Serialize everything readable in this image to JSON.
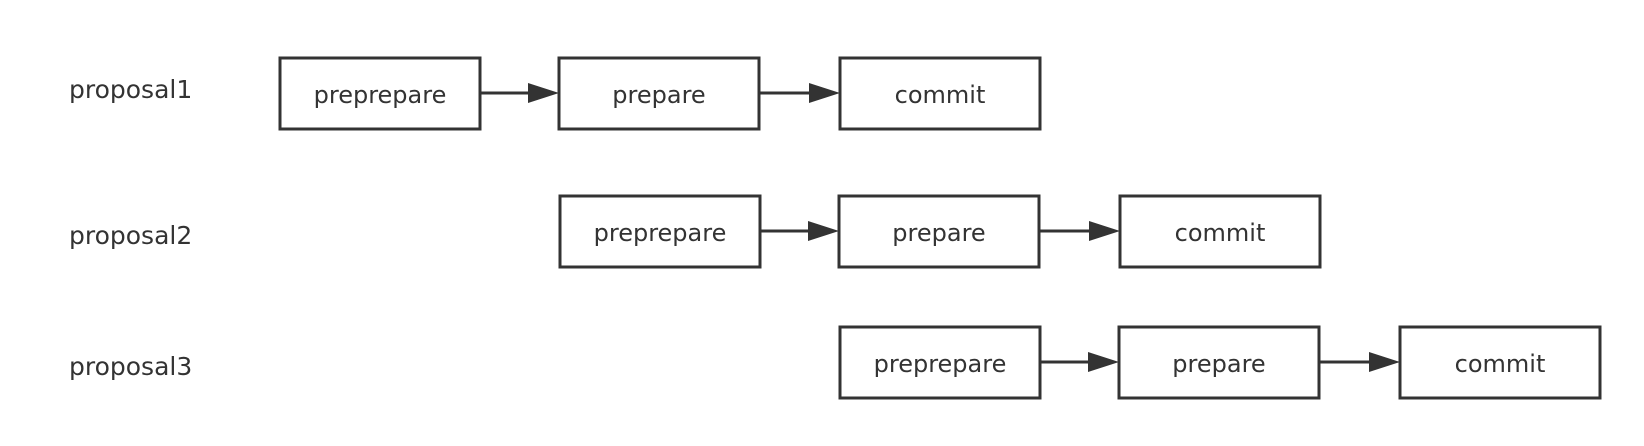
{
  "diagram": {
    "colors": {
      "stroke": "#333333",
      "text": "#333333",
      "box_fill": "#ffffff",
      "background": "#ffffff"
    },
    "rows": [
      {
        "label": "proposal1",
        "stages": [
          "preprepare",
          "prepare",
          "commit"
        ]
      },
      {
        "label": "proposal2",
        "stages": [
          "preprepare",
          "prepare",
          "commit"
        ]
      },
      {
        "label": "proposal3",
        "stages": [
          "preprepare",
          "prepare",
          "commit"
        ]
      }
    ]
  }
}
